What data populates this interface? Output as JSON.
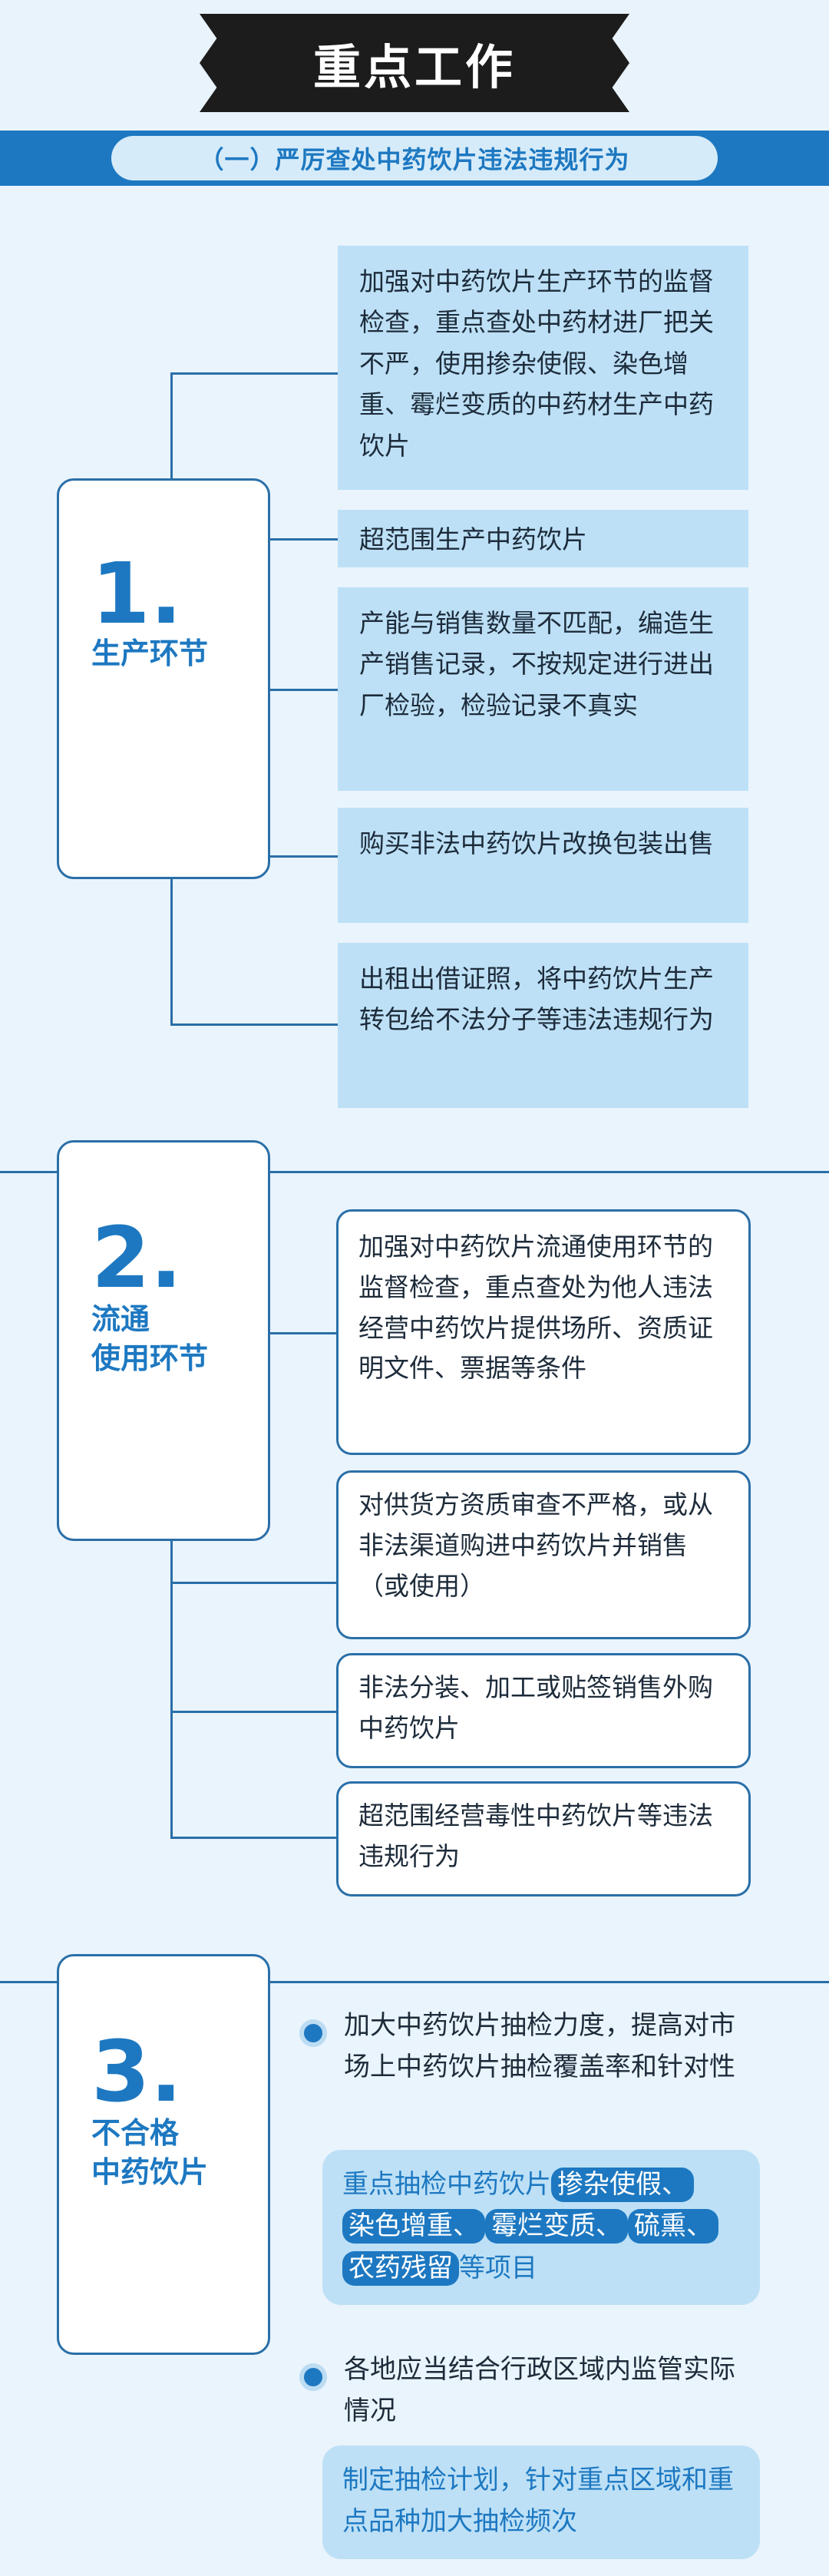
{
  "header": {
    "title": "重点工作",
    "section_title": "（一）严厉查处中药饮片违法违规行为"
  },
  "section1": {
    "number": "1.",
    "label": "生产环节",
    "items": [
      "加强对中药饮片生产环节的监督检查，重点查处中药材进厂把关不严，使用掺杂使假、染色增重、霉烂变质的中药材生产中药饮片",
      "超范围生产中药饮片",
      "产能与销售数量不匹配，编造生产销售记录，不按规定进行进出厂检验，检验记录不真实",
      "购买非法中药饮片改换包装出售",
      "出租出借证照，将中药饮片生产转包给不法分子等违法违规行为"
    ]
  },
  "section2": {
    "number": "2.",
    "label": "流通\n使用环节",
    "items": [
      "加强对中药饮片流通使用环节的监督检查，重点查处为他人违法经营中药饮片提供场所、资质证明文件、票据等条件",
      "对供货方资质审查不严格，或从非法渠道购进中药饮片并销售（或使用）",
      "非法分装、加工或贴签销售外购中药饮片",
      "超范围经营毒性中药饮片等违法违规行为"
    ]
  },
  "section3": {
    "number": "3.",
    "label": "不合格\n中药饮片",
    "bullet1": "加大中药饮片抽检力度，提高对市场上中药饮片抽检覆盖率和针对性",
    "sub1": {
      "lead": "重点抽检中药饮片",
      "tags": [
        "掺杂使假、",
        "染色增重、",
        "霉烂变质、",
        "硫熏、",
        "农药残留"
      ],
      "tail": "等项目"
    },
    "bullet2": "各地应当结合行政区域内监管实际情况",
    "sub2": "制定抽检计划，针对重点区域和重点品种加大抽检频次"
  },
  "colors": {
    "accent": "#1d78c1",
    "line": "#2a6fa8",
    "fill": "#bde0f6",
    "background": "#eaf4fc",
    "banner": "#1c1c1c"
  }
}
